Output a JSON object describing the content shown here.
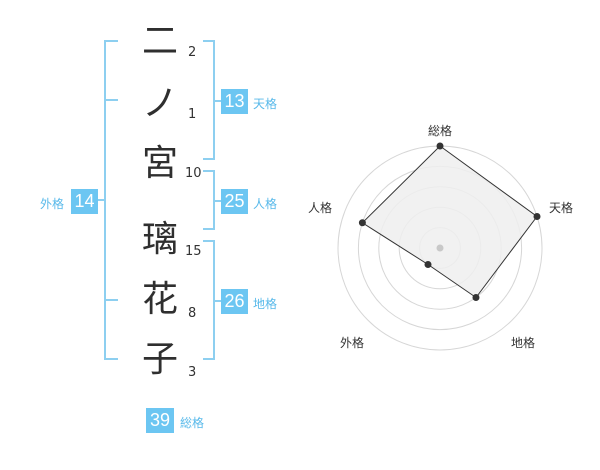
{
  "name": {
    "characters": [
      {
        "char": "二",
        "strokes": "2"
      },
      {
        "char": "ノ",
        "strokes": "1"
      },
      {
        "char": "宮",
        "strokes": "10"
      },
      {
        "char": "璃",
        "strokes": "15"
      },
      {
        "char": "花",
        "strokes": "8"
      },
      {
        "char": "子",
        "strokes": "3"
      }
    ]
  },
  "kaku": {
    "tenkaku": {
      "value": "13",
      "label": "天格"
    },
    "jinkaku": {
      "value": "25",
      "label": "人格"
    },
    "chikaku": {
      "value": "26",
      "label": "地格"
    },
    "gaikaku": {
      "value": "14",
      "label": "外格"
    },
    "soukaku": {
      "value": "39",
      "label": "総格"
    }
  },
  "chart_data": {
    "type": "radar",
    "axes": [
      "総格",
      "天格",
      "地格",
      "外格",
      "人格"
    ],
    "series": [
      {
        "values": [
          5,
          5,
          3,
          1,
          4
        ]
      }
    ],
    "rlim": [
      0,
      5
    ],
    "rings": 5,
    "grid": true
  },
  "colors": {
    "accent": "#6cc6f2",
    "bracket": "#8dcff0",
    "radar_fill": "#efefef",
    "radar_line": "#333333"
  }
}
